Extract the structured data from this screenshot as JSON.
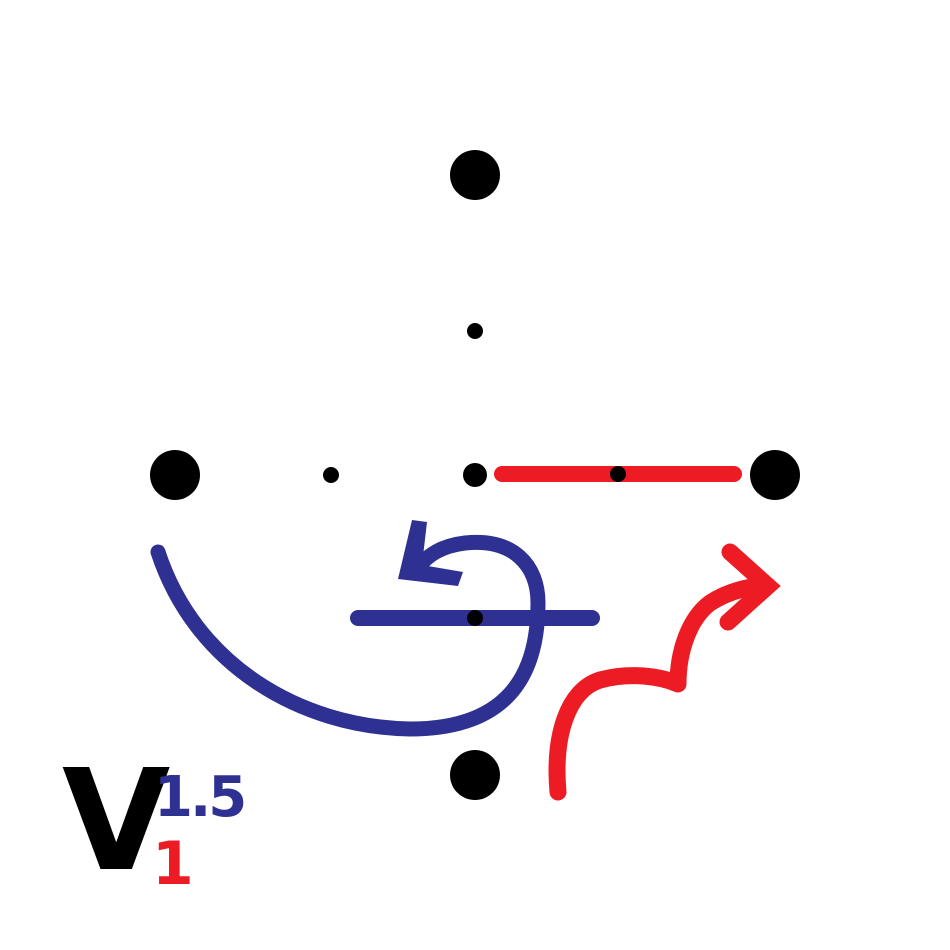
{
  "symbol": {
    "letter": "V",
    "superscript": "1.5",
    "subscript": "1"
  },
  "colors": {
    "point": "#000000",
    "blue_operation": "#2e3192",
    "red_operation": "#ed1c24",
    "background": "#ffffff"
  },
  "icons": {
    "blue_arrow": "curved-arrow-counterclockwise-icon",
    "red_arrow": "wavy-arrow-icon"
  }
}
